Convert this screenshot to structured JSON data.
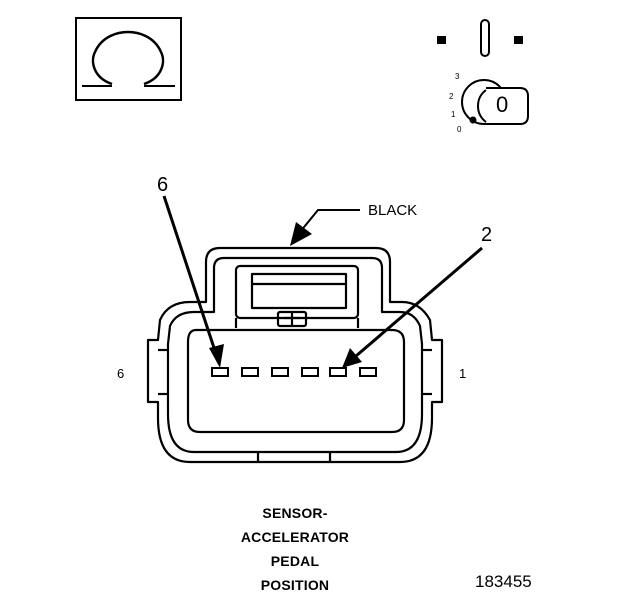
{
  "ohm_symbol": "Ω",
  "ignition": {
    "key_position_labels": [
      "3",
      "2",
      "1",
      "0"
    ],
    "key_value": "0"
  },
  "connector": {
    "color_label": "BLACK",
    "callout_left_pin": "6",
    "callout_right_pin": "2",
    "end_label_left": "6",
    "end_label_right": "1",
    "pin_count": 6
  },
  "caption_lines": [
    "SENSOR-",
    "ACCELERATOR",
    "PEDAL",
    "POSITION"
  ],
  "figure_number": "183455"
}
